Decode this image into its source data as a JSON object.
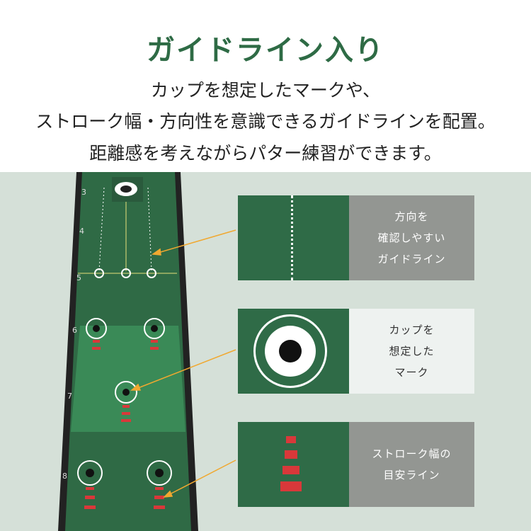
{
  "header": {
    "title": "ガイドライン入り",
    "lines": [
      "カップを想定したマークや、",
      "ストローク幅・方向性を意識できるガイドラインを配置。",
      "距離感を考えながらパター練習ができます。"
    ]
  },
  "mat": {
    "distance_marks": [
      "3",
      "4",
      "5",
      "6",
      "7",
      "8"
    ]
  },
  "callouts": [
    {
      "text": "方向を\n確認しやすい\nガイドライン"
    },
    {
      "text": "カップを\n想定した\nマーク"
    },
    {
      "text": "ストローク幅の\n目安ライン"
    }
  ],
  "colors": {
    "title": "#2e6b45",
    "background": "#d5e0d8",
    "mat": "#2f6b47",
    "arrow": "#f0a830"
  }
}
